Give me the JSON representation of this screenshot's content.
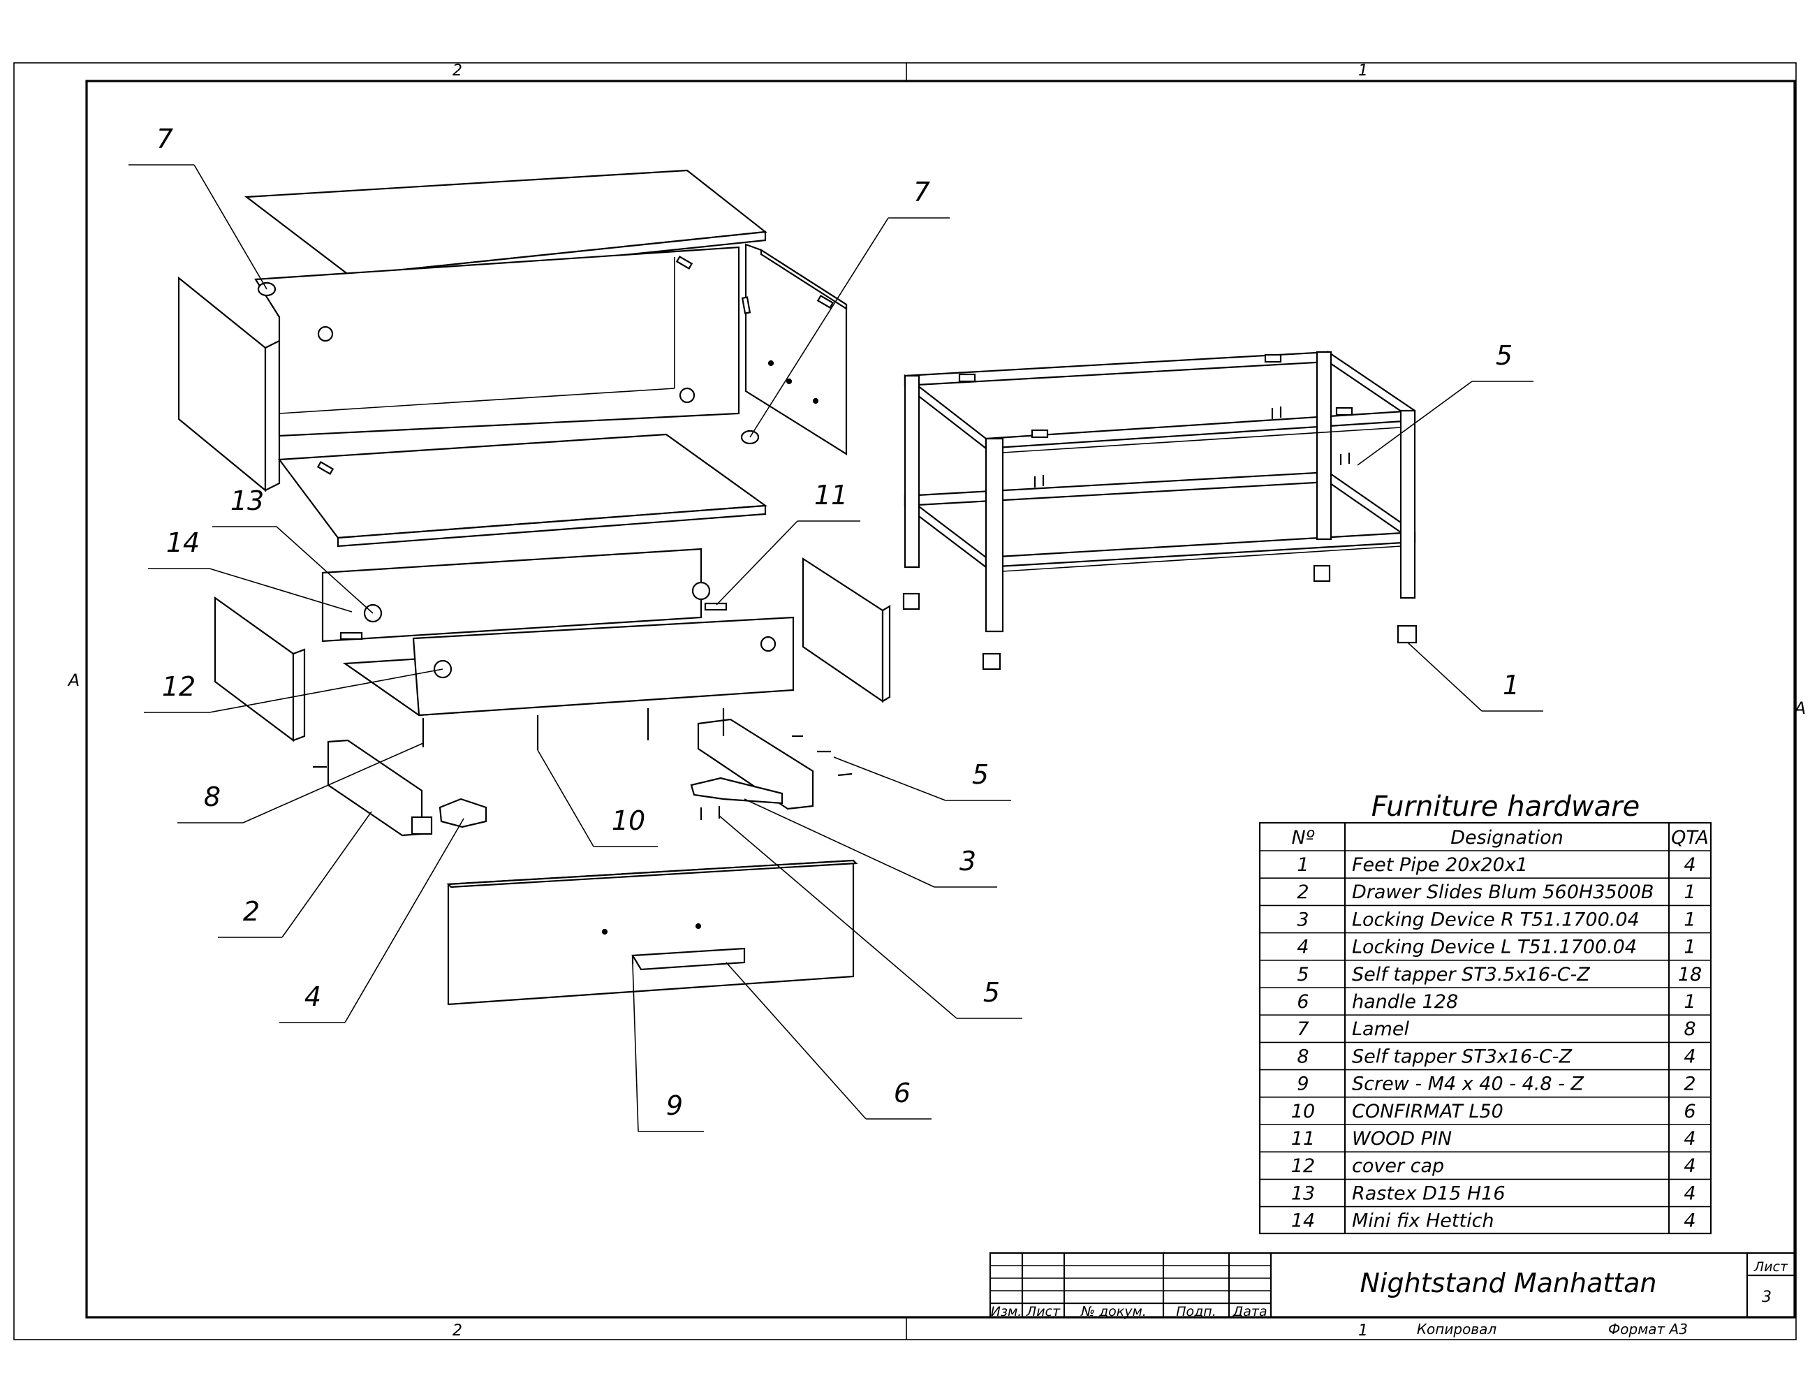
{
  "frame": {
    "zone_top_left": "2",
    "zone_top_right": "1",
    "zone_bottom_left": "2",
    "zone_bottom_right": "1",
    "zone_left": "A",
    "zone_right": "A"
  },
  "callouts": [
    {
      "label": "7"
    },
    {
      "label": "7"
    },
    {
      "label": "5"
    },
    {
      "label": "13"
    },
    {
      "label": "11"
    },
    {
      "label": "14"
    },
    {
      "label": "12"
    },
    {
      "label": "1"
    },
    {
      "label": "8"
    },
    {
      "label": "5"
    },
    {
      "label": "10"
    },
    {
      "label": "3"
    },
    {
      "label": "2"
    },
    {
      "label": "4"
    },
    {
      "label": "5"
    },
    {
      "label": "9"
    },
    {
      "label": "6"
    }
  ],
  "table": {
    "title": "Furniture hardware",
    "headers": [
      "Nº",
      "Designation",
      "QTA"
    ],
    "rows": [
      [
        "1",
        "Feet Pipe 20x20x1",
        "4"
      ],
      [
        "2",
        "Drawer Slides Blum 560H3500B",
        "1"
      ],
      [
        "3",
        "Locking Device R T51.1700.04",
        "1"
      ],
      [
        "4",
        "Locking Device L T51.1700.04",
        "1"
      ],
      [
        "5",
        "Self tapper ST3.5x16-C-Z",
        "18"
      ],
      [
        "6",
        "handle 128",
        "1"
      ],
      [
        "7",
        "Lamel",
        "8"
      ],
      [
        "8",
        "Self tapper ST3x16-C-Z",
        "4"
      ],
      [
        "9",
        "Screw - M4 x 40 - 4.8 - Z",
        "2"
      ],
      [
        "10",
        "CONFIRMAT L50",
        "6"
      ],
      [
        "11",
        "WOOD PIN",
        "4"
      ],
      [
        "12",
        "cover cap",
        "4"
      ],
      [
        "13",
        "Rastex D15 H16",
        "4"
      ],
      [
        "14",
        "Mini fix Hettich",
        "4"
      ]
    ]
  },
  "title_block": {
    "cols": [
      "Изм.",
      "Лист",
      "№ докум.",
      "Подп.",
      "Дата"
    ],
    "title": "Nightstand Manhattan",
    "sheet_label": "Лист",
    "sheet_number": "3",
    "bottom_number": "1",
    "copied": "Копировал",
    "format": "Формат А3"
  }
}
